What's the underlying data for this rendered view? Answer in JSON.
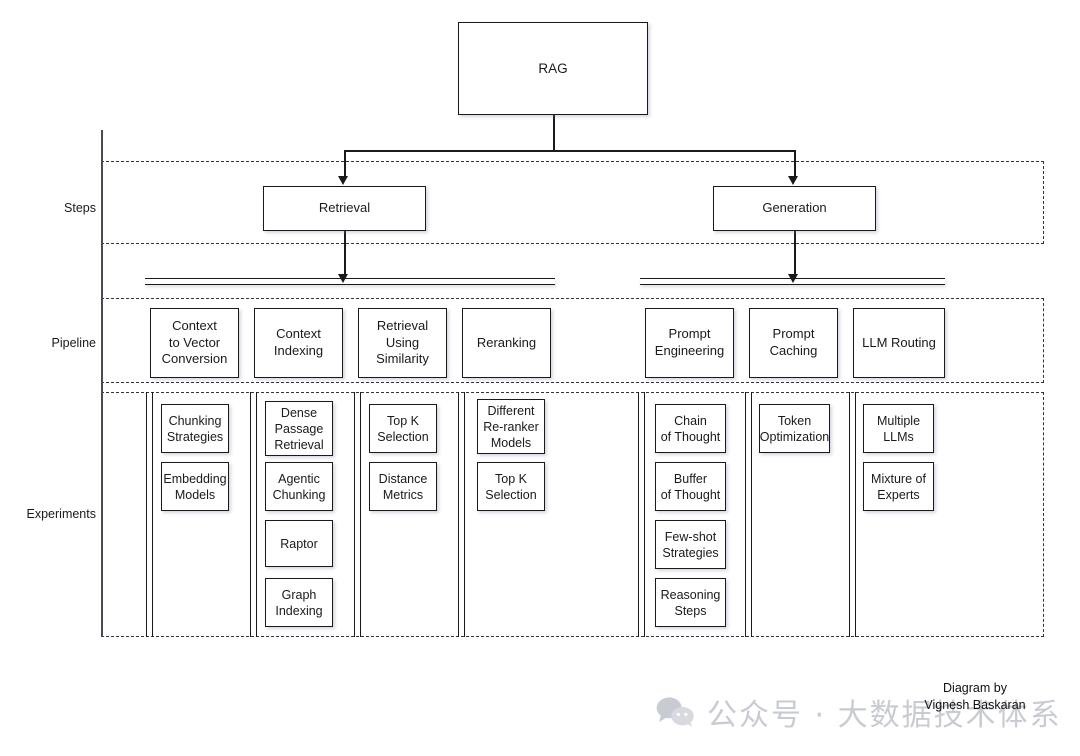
{
  "diagram": {
    "root": {
      "label": "RAG"
    },
    "rows": [
      {
        "key": "steps",
        "label": "Steps"
      },
      {
        "key": "pipeline",
        "label": "Pipeline"
      },
      {
        "key": "experiments",
        "label": "Experiments"
      }
    ],
    "steps": [
      {
        "label": "Retrieval"
      },
      {
        "label": "Generation"
      }
    ],
    "pipeline": [
      {
        "label": "Context\nto Vector\nConversion"
      },
      {
        "label": "Context\nIndexing"
      },
      {
        "label": "Retrieval\nUsing\nSimilarity"
      },
      {
        "label": "Reranking"
      },
      {
        "label": "Prompt\nEngineering"
      },
      {
        "label": "Prompt\nCaching"
      },
      {
        "label": "LLM Routing"
      }
    ],
    "experiments": [
      {
        "column": "Context to Vector Conversion",
        "items": [
          {
            "label": "Chunking\nStrategies"
          },
          {
            "label": "Embedding\nModels"
          }
        ]
      },
      {
        "column": "Context Indexing",
        "items": [
          {
            "label": "Dense\nPassage\nRetrieval"
          },
          {
            "label": "Agentic\nChunking"
          },
          {
            "label": "Raptor"
          },
          {
            "label": "Graph\nIndexing"
          }
        ]
      },
      {
        "column": "Retrieval Using Similarity",
        "items": [
          {
            "label": "Top K\nSelection"
          },
          {
            "label": "Distance\nMetrics"
          }
        ]
      },
      {
        "column": "Reranking",
        "items": [
          {
            "label": "Different\nRe-ranker\nModels"
          },
          {
            "label": "Top K\nSelection"
          }
        ]
      },
      {
        "column": "Prompt Engineering",
        "items": [
          {
            "label": "Chain\nof Thought"
          },
          {
            "label": "Buffer\nof Thought"
          },
          {
            "label": "Few-shot\nStrategies"
          },
          {
            "label": "Reasoning\nSteps"
          }
        ]
      },
      {
        "column": "Prompt Caching",
        "items": [
          {
            "label": "Token\nOptimization"
          }
        ]
      },
      {
        "column": "LLM Routing",
        "items": [
          {
            "label": "Multiple\nLLMs"
          },
          {
            "label": "Mixture of\nExperts"
          }
        ]
      }
    ]
  },
  "credit": {
    "text": "Diagram by\nVignesh Baskaran"
  },
  "watermark": {
    "text": "公众号 · 大数据技术体系",
    "icon": "wechat-icon",
    "color": "#c9cbd2"
  },
  "colors": {
    "stroke": "#1a1a1a",
    "lane_border": "#33333a",
    "spine": "#4a4a55",
    "box_fill": "#ffffff",
    "background": "#ffffff"
  }
}
